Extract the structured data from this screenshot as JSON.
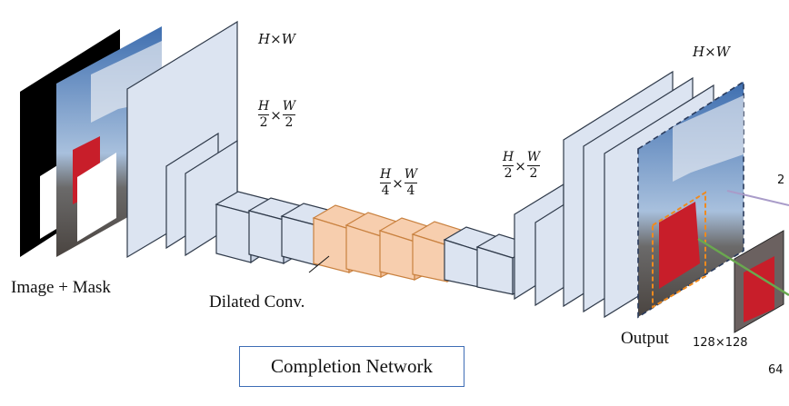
{
  "labels": {
    "input": "Image + Mask",
    "dilated": "Dilated Conv.",
    "output": "Output",
    "network": "Completion Network",
    "patch_size": "128×128",
    "size_64": "64",
    "edge_2": "2"
  },
  "dims": {
    "top_left": {
      "h": "H",
      "x": "×",
      "w": "W"
    },
    "top_right": {
      "h": "H",
      "x": "×",
      "w": "W"
    },
    "half_left": {
      "hn": "H",
      "hd": "2",
      "x": "×",
      "wn": "W",
      "wd": "2"
    },
    "half_right": {
      "hn": "H",
      "hd": "2",
      "x": "×",
      "wn": "W",
      "wd": "2"
    },
    "quarter": {
      "hn": "H",
      "hd": "4",
      "x": "×",
      "wn": "W",
      "wd": "4"
    }
  },
  "colors": {
    "block_fill": "#dce4f1",
    "block_stroke": "#2f3a4a",
    "dilated_fill": "#f7ceae",
    "dilated_stroke": "#c9813f",
    "mask_black": "#000000",
    "title_border": "#3e6db5",
    "patch_border": "#f08a1e",
    "green_line": "#6aa84f",
    "purple_line": "#a99cc9"
  }
}
